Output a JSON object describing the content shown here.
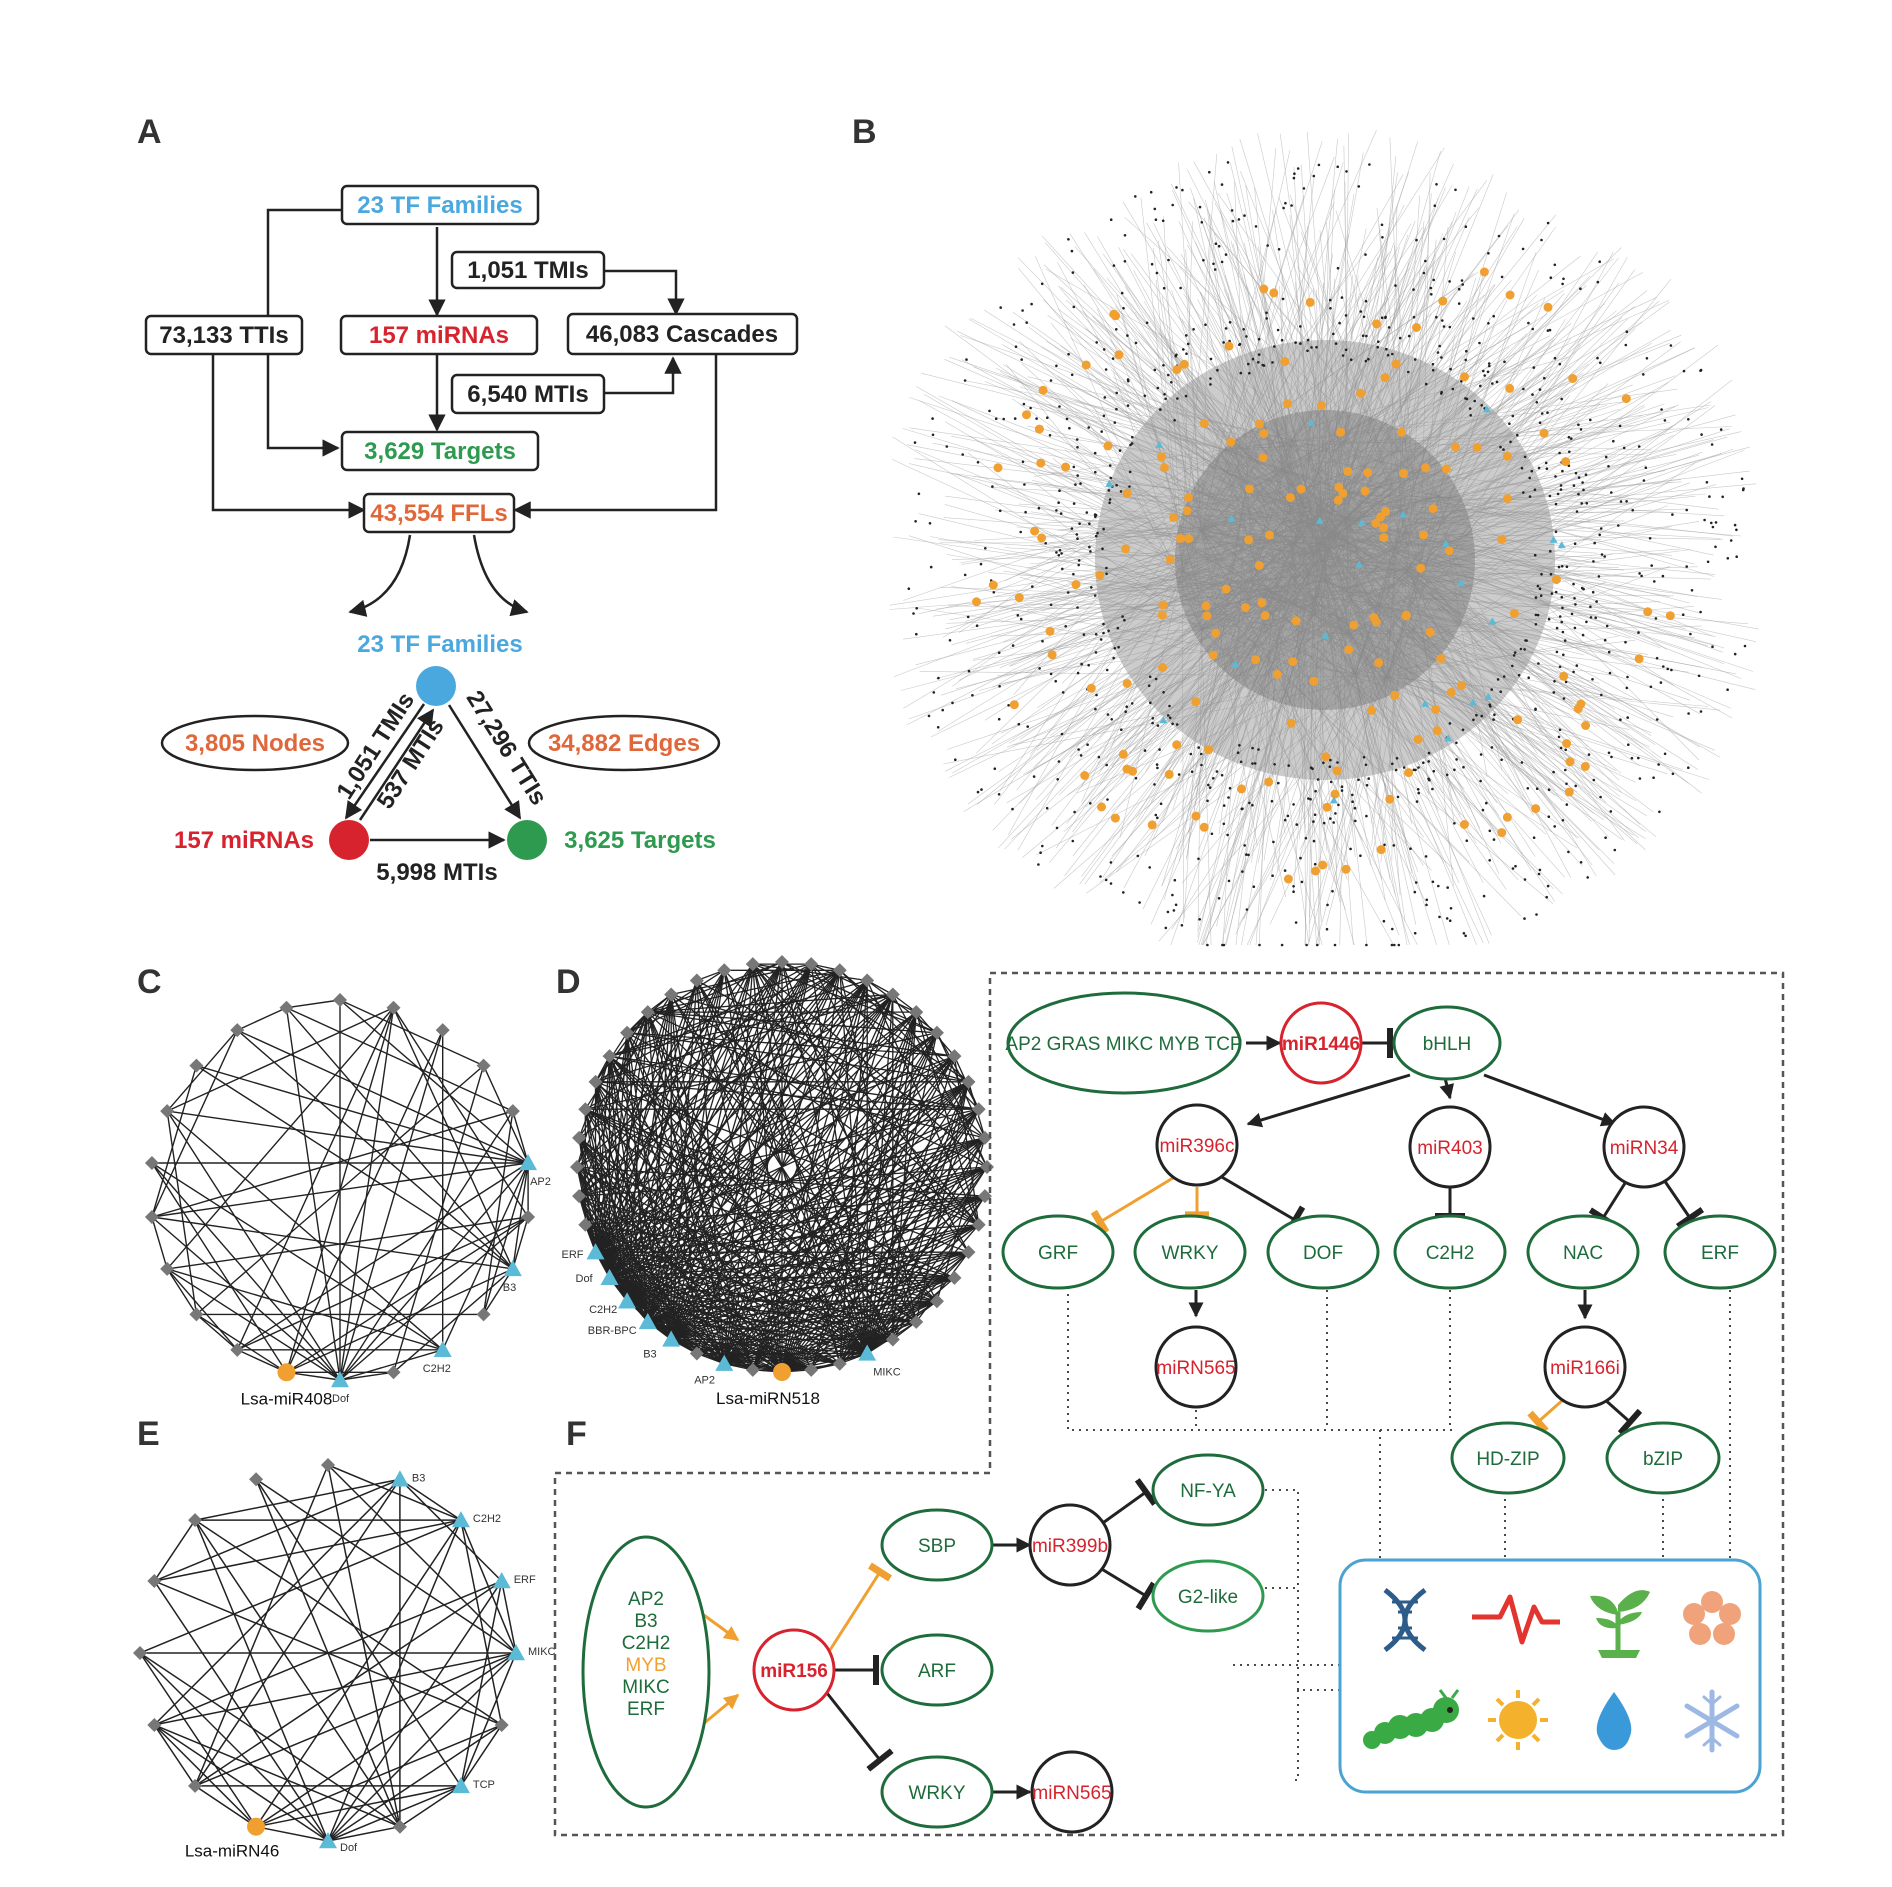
{
  "colors": {
    "tf_blue": "#4aa8de",
    "mirna_red": "#d7232e",
    "target_green": "#2e9a4f",
    "ffl_orange": "#e0673a",
    "orange_node": "#f0a030",
    "dark_green": "#1e6b3b",
    "icon_box": "#4aa3d0"
  },
  "panels": {
    "A": "A",
    "B": "B",
    "C": "C",
    "D": "D",
    "E": "E",
    "F": "F"
  },
  "panelA": {
    "tf_families": "23 TF Families",
    "tmis": "1,051 TMIs",
    "ttis": "73,133 TTIs",
    "mirnas": "157 miRNAs",
    "cascades": "46,083 Cascades",
    "mtis": "6,540 MTIs",
    "targets": "3,629 Targets",
    "ffls": "43,554 FFLs",
    "tri": {
      "tf": "23 TF Families",
      "nodes": "3,805 Nodes",
      "edges": "34,882 Edges",
      "edge_tmi": "1,051 TMIs",
      "edge_mti_back": "537 MTIs",
      "edge_tti": "27,296 TTIs",
      "mirnas": "157 miRNAs",
      "targets": "3,625 Targets",
      "bottom_mtis": "5,998 MTIs"
    }
  },
  "panelC": {
    "mirna": "Lsa-miR408",
    "tfs": [
      "AP2",
      "B3",
      "C2H2",
      "Dof"
    ]
  },
  "panelD": {
    "mirna": "Lsa-miRN518",
    "tfs": [
      "ERF",
      "Dof",
      "C2H2",
      "BBR-BPC",
      "B3",
      "AP2",
      "MIKC"
    ]
  },
  "panelE": {
    "mirna": "Lsa-miRN46",
    "tfs": [
      "B3",
      "C2H2",
      "ERF",
      "MIKC",
      "TCP",
      "Dof"
    ]
  },
  "panelF_top": {
    "source": "AP2 GRAS MIKC MYB TCP",
    "mir1446": "miR1446",
    "bhlh": "bHLH",
    "mir396c": "miR396c",
    "mir403": "miR403",
    "mirn34": "miRN34",
    "grf": "GRF",
    "wrky": "WRKY",
    "dof": "DOF",
    "c2h2": "C2H2",
    "nac": "NAC",
    "erf": "ERF",
    "mirn565": "miRN565",
    "mir166i": "miR166i",
    "hdzip": "HD-ZIP",
    "bzip": "bZIP"
  },
  "panelF_bottom": {
    "sources": [
      "AP2",
      "B3",
      "C2H2",
      "MYB",
      "MIKC",
      "ERF"
    ],
    "mir156": "miR156",
    "sbp": "SBP",
    "mir399b": "miR399b",
    "nfya": "NF-YA",
    "g2like": "G2-like",
    "arf": "ARF",
    "wrky": "WRKY",
    "mirn565": "miRN565"
  },
  "icons": [
    "dna-icon",
    "pulse-icon",
    "seedling-icon",
    "flower-icon",
    "caterpillar-icon",
    "sun-icon",
    "water-drop-icon",
    "snowflake-icon"
  ]
}
